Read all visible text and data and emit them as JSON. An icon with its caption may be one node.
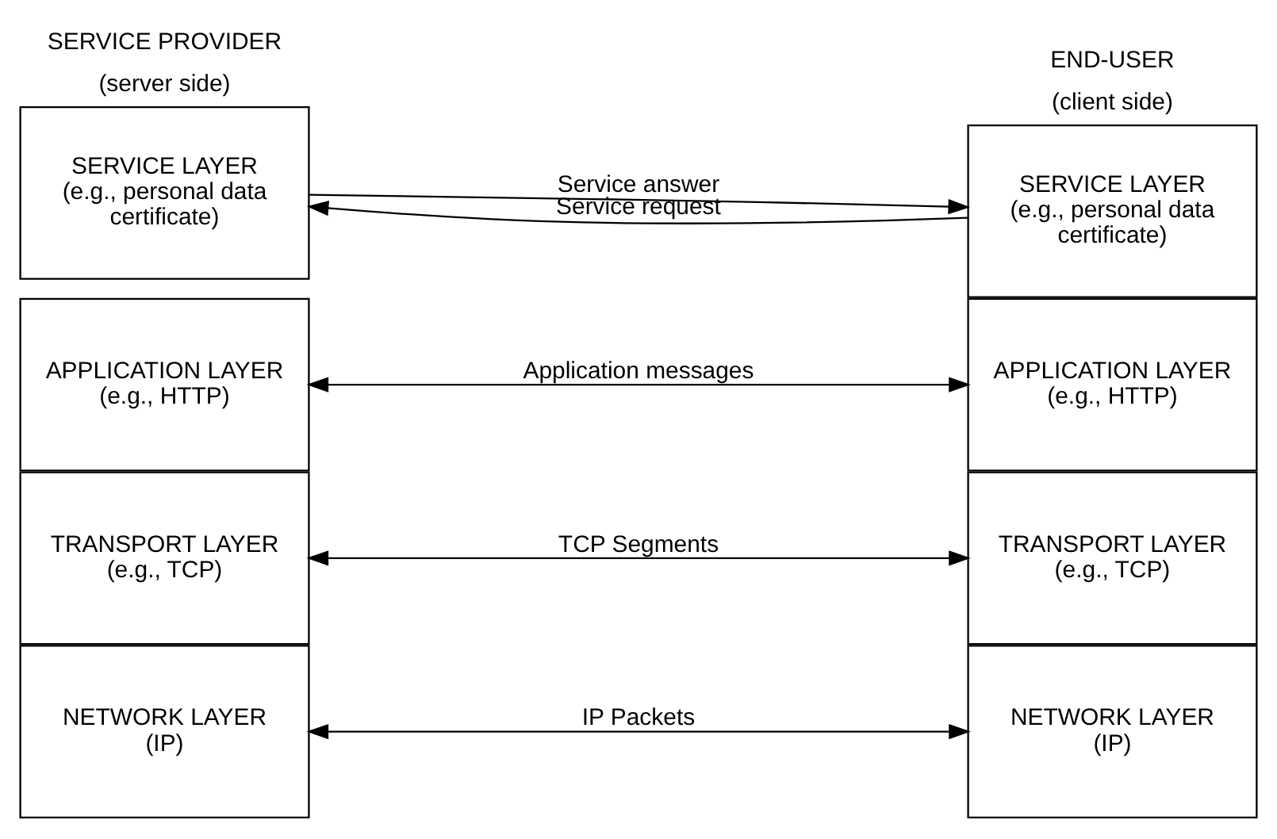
{
  "diagram": {
    "nodes": [
      {
        "text": [
          "SERVICE LAYER",
          "(e.g., personal data certificate)"
        ]
      },
      {
        "text": [
          "APPLICATION LAYER",
          "(e.g., HTTP)"
        ]
      },
      {
        "text": [
          "TRANSPORT LAYER",
          "(e.g., TCP)"
        ]
      },
      {
        "text": [
          "NETWORK LAYER",
          "(IP)"
        ]
      },
      {
        "text": [
          "SERVICE LAYER",
          "(e.g., personal data certificate)"
        ]
      },
      {
        "text": [
          "APPLICATION LAYER",
          "(e.g., HTTP)"
        ]
      },
      {
        "text": [
          "TRANSPORT LAYER",
          "(e.g., TCP)"
        ]
      },
      {
        "text": [
          "NETWORK LAYER",
          "(IP)"
        ]
      }
    ],
    "edges": [
      {
        "from": 4,
        "to": 0,
        "arrow": "to",
        "label": "Service request"
      },
      {
        "from": 0,
        "to": 4,
        "arrow": "to",
        "label": "Service answer"
      },
      {
        "from": 1,
        "to": 5,
        "arrow": "both",
        "label": "Application messages"
      },
      {
        "from": 2,
        "to": 6,
        "arrow": "both",
        "label": "TCP Segments"
      },
      {
        "from": 3,
        "to": 7,
        "arrow": "both",
        "label": "IP Packets"
      }
    ],
    "labels": [
      "SERVICE PROVIDER",
      "(server side)",
      "END-USER",
      "(client side)"
    ]
  }
}
